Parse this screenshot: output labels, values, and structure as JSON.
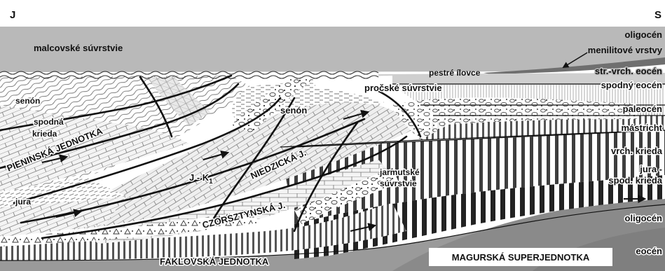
{
  "orientation": {
    "left": "J",
    "right": "S"
  },
  "labels": {
    "malcovske": "malcovské súvrstvie",
    "oligocen_top": "oligocén",
    "menilitove": "menilitové vrstvy",
    "pestre": "pestré ílovce",
    "str_vrch_eocen": "str.-vrch. eocén",
    "spodny_eocen": "spodný eocén",
    "paleocen": "paleocén",
    "mastricht": "mástricht",
    "vrch_krieda": "vrch. krieda",
    "jura_spod_1": "jura -",
    "jura_spod_2": "spod. krieda",
    "oligocen_lower": "oligocén",
    "eocen": "eocén",
    "senon_left": "senón",
    "spodna_1": "spodná",
    "spodna_2": "krieda",
    "senon_mid": "senón",
    "procske": "pročské súvrstvie",
    "jarmutske_1": "jarmutské",
    "jarmutske_2": "súvrstvie",
    "jura": "jura",
    "jk1_main": "J - K",
    "jk1_sub": "1",
    "pieninska": "PIENINSKÁ JEDNOTKA",
    "niedzicka": "NIEDZICKÁ J.",
    "czorsztynska": "CZORSZTYNSKÁ J.",
    "faklovska": "FAKĽOVSKÁ JEDNOTKA",
    "magurska": "MAGURSKÁ SUPERJEDNOTKA"
  },
  "colors": {
    "grey_top": "#b9b9b9",
    "grey_dark": "#8f8f8f",
    "grey_mid": "#a8a8a8",
    "grey_light": "#d4d4d4",
    "ink": "#111111"
  },
  "icons": {
    "arrow": "thrust-arrow-icon",
    "pointer": "leader-arrow-icon"
  }
}
